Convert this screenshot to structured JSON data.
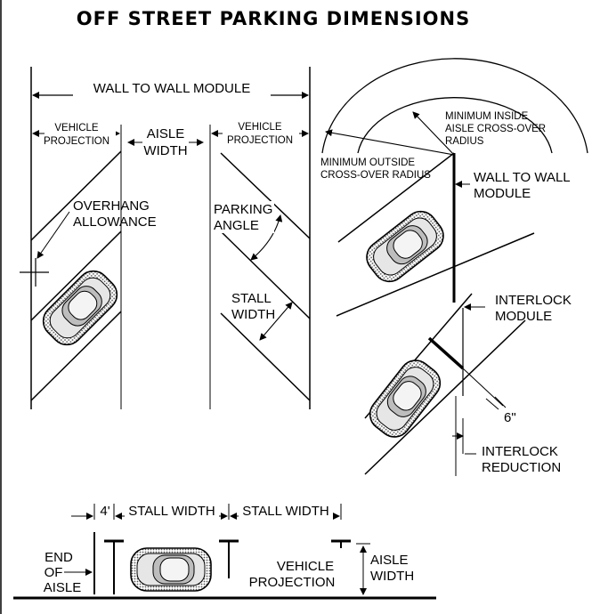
{
  "title": "OFF STREET PARKING DIMENSIONS",
  "labels": {
    "wall_to_wall_module": "WALL TO WALL MODULE",
    "vehicle": "VEHICLE",
    "projection": "PROJECTION",
    "aisle": "AISLE",
    "width": "WIDTH",
    "overhang": "OVERHANG",
    "allowance": "ALLOWANCE",
    "parking": "PARKING",
    "angle": "ANGLE",
    "stall": "STALL",
    "min_inside_1": "MINIMUM INSIDE",
    "min_inside_2": "AISLE CROSS-OVER",
    "min_inside_3": "RADIUS",
    "min_outside_1": "MINIMUM OUTSIDE",
    "min_outside_2": "CROSS-OVER RADIUS",
    "wall_to_wall": "WALL TO WALL",
    "module": "MODULE",
    "interlock": "INTERLOCK",
    "reduction": "REDUCTION",
    "six_inch": "6\"",
    "four_ft": "4'",
    "stall_width": "STALL WIDTH",
    "end_of": "END",
    "of": "OF",
    "aisle_end": "AISLE"
  }
}
